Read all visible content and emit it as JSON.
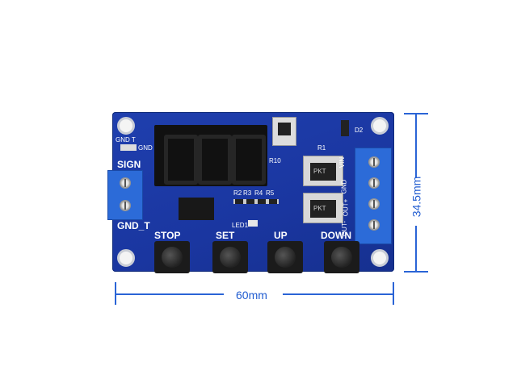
{
  "labels": {
    "gnd_t_top": "GND T",
    "gnd_small": "GND",
    "sign": "SIGN",
    "gnd_t_bottom": "GND_T",
    "r10": "R10",
    "d2": "D2",
    "r1": "R1",
    "r4": "R4",
    "r5": "R5",
    "r3": "R3",
    "r2": "R2",
    "led1": "LED1",
    "vin": "VIN",
    "gnd": "GND",
    "out_plus": "OUT+",
    "out_minus": "OUT-"
  },
  "buttons": {
    "stop": "STOP",
    "set": "SET",
    "up": "UP",
    "down": "DOWN"
  },
  "mosfet_text": "PKT",
  "dimensions": {
    "width": "60mm",
    "height": "34.5mm"
  },
  "colors": {
    "pcb": "#1a36a0",
    "terminal": "#2c6bd8",
    "dimension": "#1f5bd0"
  }
}
